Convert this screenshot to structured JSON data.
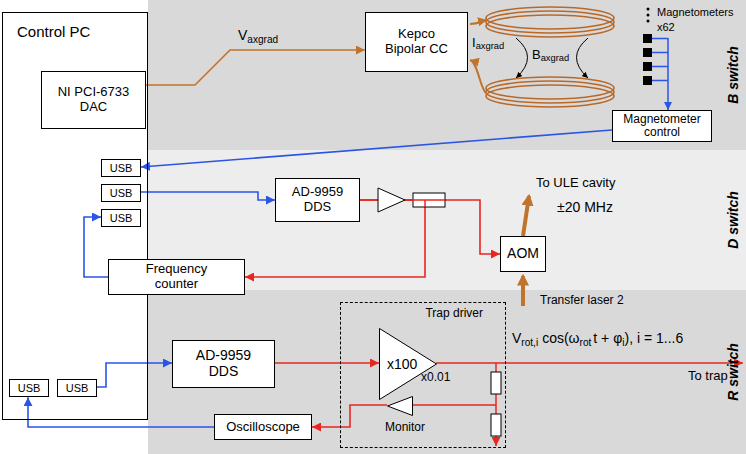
{
  "diagram": {
    "nodes": [
      {
        "text": [
          "Control PC"
        ]
      },
      {
        "text": [
          "NI PCI-6733 DAC"
        ],
        "in": 0
      },
      {
        "text": [
          "USB"
        ],
        "in": 0
      },
      {
        "text": [
          "USB"
        ],
        "in": 0
      },
      {
        "text": [
          "USB"
        ],
        "in": 0
      },
      {
        "text": [
          "USB"
        ],
        "in": 0
      },
      {
        "text": [
          "USB"
        ],
        "in": 0
      },
      {
        "text": [
          "B switch"
        ]
      },
      {
        "text": [
          "Kepco Bipolar CC"
        ],
        "in": 7
      },
      {
        "text": [
          "Magnetometer control"
        ],
        "in": 7
      },
      {
        "text": [
          "D switch"
        ]
      },
      {
        "text": [
          "AD-9959 DDS"
        ],
        "in": 10
      },
      {
        "text": [
          "Frequency counter"
        ]
      },
      {
        "text": [
          "AOM"
        ],
        "in": 10
      },
      {
        "text": [
          "R switch"
        ]
      },
      {
        "text": [
          "AD-9959 DDS"
        ],
        "in": 14
      },
      {
        "text": [
          "Trap driver"
        ],
        "in": 14
      },
      {
        "text": [
          "x100"
        ],
        "in": 16
      },
      {
        "text": [
          "x0.01",
          "Monitor"
        ],
        "in": 16
      },
      {
        "text": [
          "Oscilloscope"
        ],
        "in": 14
      }
    ],
    "edges": [
      {
        "from": 1,
        "to": 8,
        "label": "V",
        "arrow": "to"
      },
      {
        "from": 9,
        "to": 2,
        "arrow": "to"
      },
      {
        "from": 3,
        "to": 11,
        "arrow": "to"
      },
      {
        "from": 11,
        "to": 13,
        "arrow": "to"
      },
      {
        "from": 11,
        "to": 12,
        "arrow": "to"
      },
      {
        "from": 12,
        "to": 4,
        "arrow": "to"
      },
      {
        "from": 6,
        "to": 15,
        "arrow": "to"
      },
      {
        "from": 15,
        "to": 17,
        "arrow": "to"
      },
      {
        "from": 18,
        "to": 19,
        "arrow": "to"
      },
      {
        "from": 19,
        "to": 5,
        "arrow": "to"
      }
    ],
    "labels": [
      "axgrad",
      "I",
      "axgrad",
      "B",
      "axgrad",
      "Magnetometers",
      "x62",
      "To ULE cavity",
      "±20 MHz",
      "Transfer laser 2",
      "V",
      "rot,i",
      "cos(ω",
      "rot",
      "t + φ",
      "i",
      "), i = 1...6",
      "To trap"
    ]
  }
}
